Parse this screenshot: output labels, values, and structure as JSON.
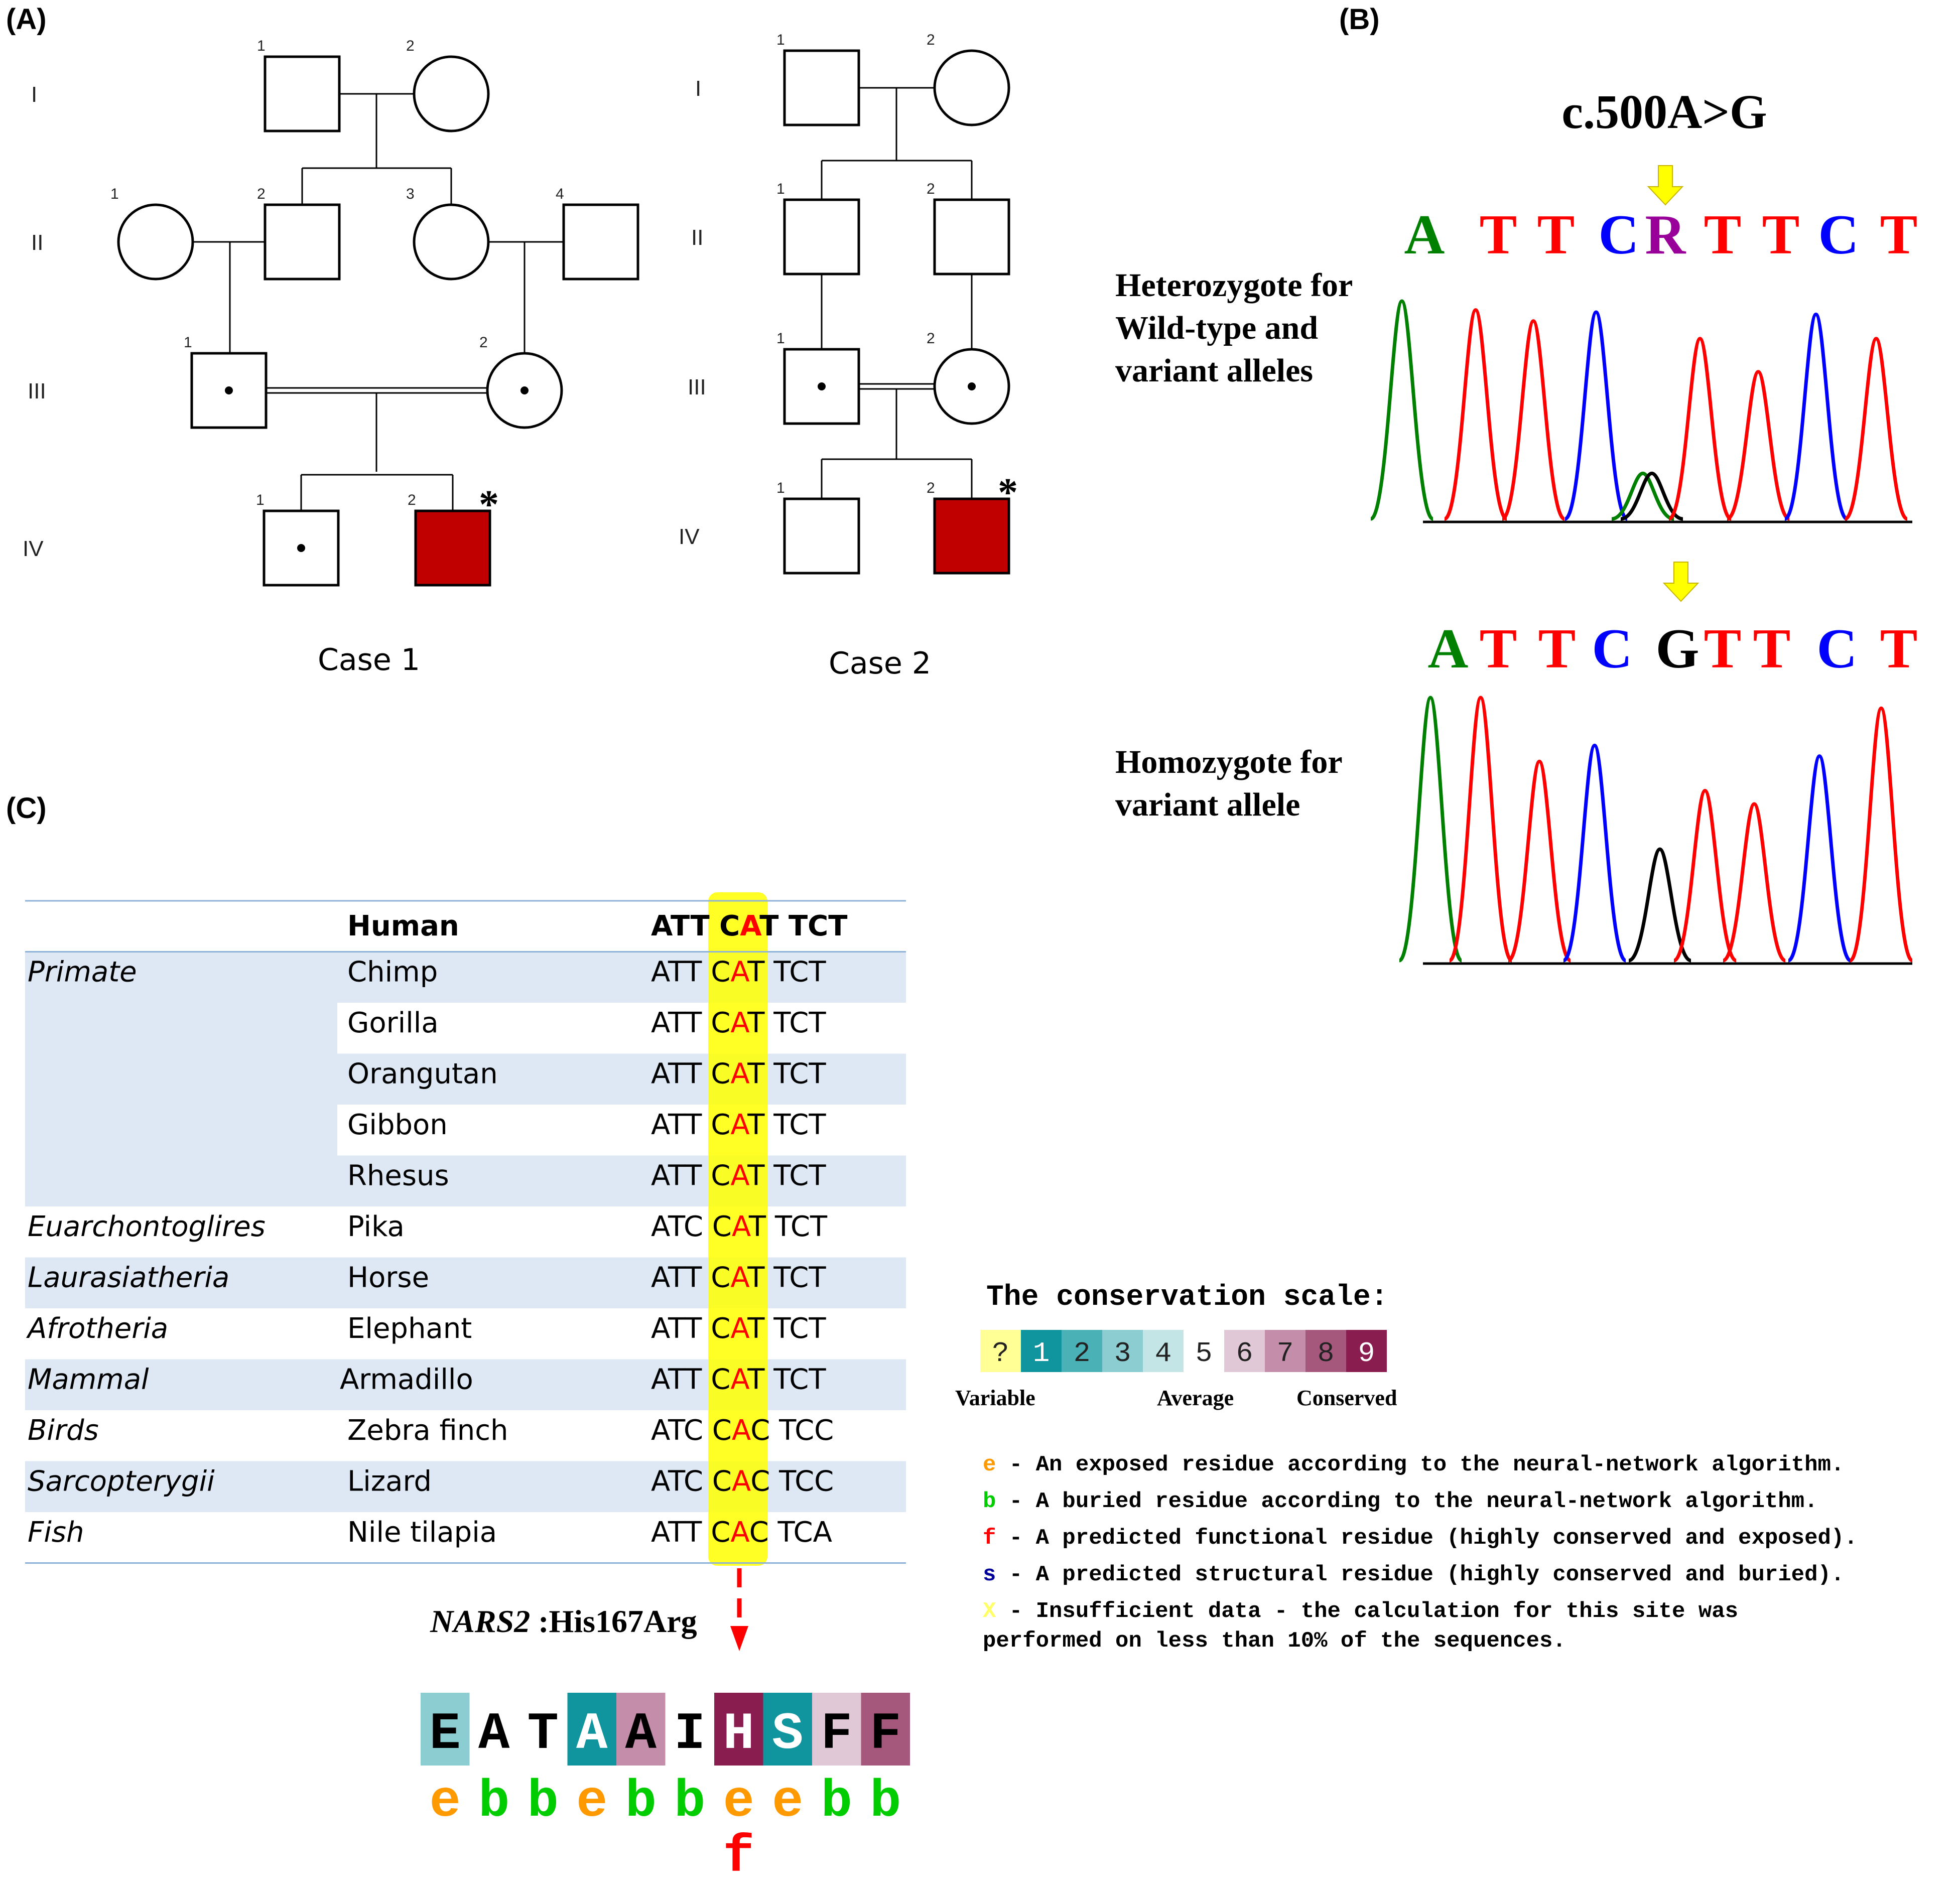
{
  "panel_labels": {
    "a": "(A)",
    "b": "(B)",
    "c": "(C)"
  },
  "pedigree": {
    "generation_labels": [
      "I",
      "II",
      "III",
      "IV"
    ],
    "cases": [
      {
        "title": "Case 1",
        "individuals": [
          {
            "id": "I-1",
            "gen": "I",
            "num": "1",
            "sex": "male",
            "status": "unaffected"
          },
          {
            "id": "I-2",
            "gen": "I",
            "num": "2",
            "sex": "female",
            "status": "unaffected"
          },
          {
            "id": "II-1",
            "gen": "II",
            "num": "1",
            "sex": "female",
            "status": "unaffected"
          },
          {
            "id": "II-2",
            "gen": "II",
            "num": "2",
            "sex": "male",
            "status": "unaffected"
          },
          {
            "id": "II-3",
            "gen": "II",
            "num": "3",
            "sex": "female",
            "status": "unaffected"
          },
          {
            "id": "II-4",
            "gen": "II",
            "num": "4",
            "sex": "male",
            "status": "unaffected"
          },
          {
            "id": "III-1",
            "gen": "III",
            "num": "1",
            "sex": "male",
            "status": "carrier"
          },
          {
            "id": "III-2",
            "gen": "III",
            "num": "2",
            "sex": "female",
            "status": "carrier"
          },
          {
            "id": "IV-1",
            "gen": "IV",
            "num": "1",
            "sex": "male",
            "status": "carrier"
          },
          {
            "id": "IV-2",
            "gen": "IV",
            "num": "2",
            "sex": "male",
            "status": "affected",
            "proband": true
          }
        ]
      },
      {
        "title": "Case 2",
        "individuals": [
          {
            "id": "I-1",
            "gen": "I",
            "num": "1",
            "sex": "male",
            "status": "unaffected"
          },
          {
            "id": "I-2",
            "gen": "I",
            "num": "2",
            "sex": "female",
            "status": "unaffected"
          },
          {
            "id": "II-1",
            "gen": "II",
            "num": "1",
            "sex": "male",
            "status": "unaffected"
          },
          {
            "id": "II-2",
            "gen": "II",
            "num": "2",
            "sex": "male",
            "status": "unaffected"
          },
          {
            "id": "III-1",
            "gen": "III",
            "num": "1",
            "sex": "male",
            "status": "carrier"
          },
          {
            "id": "III-2",
            "gen": "III",
            "num": "2",
            "sex": "female",
            "status": "carrier"
          },
          {
            "id": "IV-1",
            "gen": "IV",
            "num": "1",
            "sex": "male",
            "status": "unaffected"
          },
          {
            "id": "IV-2",
            "gen": "IV",
            "num": "2",
            "sex": "male",
            "status": "affected",
            "proband": true
          }
        ]
      }
    ],
    "proband_marker": "*",
    "colors": {
      "affected": "#c00000"
    }
  },
  "sequencing": {
    "variant": "c.500A>G",
    "traces": [
      {
        "label_lines": [
          "Heterozygote for",
          "Wild-type and",
          "variant alleles"
        ],
        "bases": [
          "A",
          "T",
          "T",
          "C",
          "R",
          "T",
          "T",
          "C",
          "T"
        ]
      },
      {
        "label_lines": [
          "Homozygote for",
          "variant allele"
        ],
        "bases": [
          "A",
          "T",
          "T",
          "C",
          "G",
          "T",
          "T",
          "C",
          "T"
        ]
      }
    ],
    "base_colors": {
      "A": "#008000",
      "T": "#ff0000",
      "C": "#0000ff",
      "G": "#000000",
      "R": "#990099"
    },
    "arrow_color": "#ffff00"
  },
  "conservation_table": {
    "header": {
      "species": "Human",
      "seq": [
        "ATT",
        "CAT",
        "TCT"
      ]
    },
    "rows": [
      {
        "group": "Primate",
        "species": "Chimp",
        "seq": [
          "ATT",
          "CAT",
          "TCT"
        ]
      },
      {
        "group": "",
        "species": "Gorilla",
        "seq": [
          "ATT",
          "CAT",
          "TCT"
        ]
      },
      {
        "group": "",
        "species": "Orangutan",
        "seq": [
          "ATT",
          "CAT",
          "TCT"
        ]
      },
      {
        "group": "",
        "species": "Gibbon",
        "seq": [
          "ATT",
          "CAT",
          "TCT"
        ]
      },
      {
        "group": "",
        "species": "Rhesus",
        "seq": [
          "ATT",
          "CAT",
          "TCT"
        ]
      },
      {
        "group": "Euarchontoglires",
        "species": "Pika",
        "seq": [
          "ATC",
          "CAT",
          "TCT"
        ]
      },
      {
        "group": "Laurasiatheria",
        "species": "Horse",
        "seq": [
          "ATT",
          "CAT",
          "TCT"
        ]
      },
      {
        "group": "Afrotheria",
        "species": "Elephant",
        "seq": [
          "ATT",
          "CAT",
          "TCT"
        ]
      },
      {
        "group": "Mammal",
        "species": "Armadillo",
        "seq": [
          "ATT",
          "CAT",
          "TCT"
        ]
      },
      {
        "group": "Birds",
        "species": "Zebra finch",
        "seq": [
          "ATC",
          "CAC",
          "TCC"
        ]
      },
      {
        "group": "Sarcopterygii",
        "species": "Lizard",
        "seq": [
          "ATC",
          "CAC",
          "TCC"
        ]
      },
      {
        "group": "Fish",
        "species": "Nile tilapia",
        "seq": [
          "ATT",
          "CAC",
          "TCA"
        ]
      }
    ],
    "highlight_color": "#ffff00",
    "stripe_color": "#dde8f4"
  },
  "protein": {
    "gene": "NARS2",
    "change": " :His167Arg",
    "residues": [
      {
        "aa": "E",
        "score": 3,
        "pred": "e"
      },
      {
        "aa": "A",
        "score": 5,
        "pred": "b"
      },
      {
        "aa": "T",
        "score": 5,
        "pred": "b"
      },
      {
        "aa": "A",
        "score": 1,
        "pred": "e"
      },
      {
        "aa": "A",
        "score": 7,
        "pred": "b"
      },
      {
        "aa": "I",
        "score": 5,
        "pred": "b"
      },
      {
        "aa": "H",
        "score": 9,
        "pred": "e",
        "extra": "f"
      },
      {
        "aa": "S",
        "score": 1,
        "pred": "e"
      },
      {
        "aa": "F",
        "score": 6,
        "pred": "b"
      },
      {
        "aa": "F",
        "score": 8,
        "pred": "b"
      }
    ]
  },
  "legend": {
    "title": "The conservation scale:",
    "scale": [
      {
        "label": "?",
        "color": "#ffff96"
      },
      {
        "label": "1",
        "color": "#10959e"
      },
      {
        "label": "2",
        "color": "#4ab1b6"
      },
      {
        "label": "3",
        "color": "#8ccdd1"
      },
      {
        "label": "4",
        "color": "#c3e5e6"
      },
      {
        "label": "5",
        "color": "#ffffff"
      },
      {
        "label": "6",
        "color": "#e1c8d6"
      },
      {
        "label": "7",
        "color": "#c48eab"
      },
      {
        "label": "8",
        "color": "#a5577c"
      },
      {
        "label": "9",
        "color": "#8a1d50"
      }
    ],
    "scale_labels": {
      "variable": "Variable",
      "average": "Average",
      "conserved": "Conserved"
    },
    "keys": [
      {
        "code": "e",
        "color": "#ff9900",
        "text": " - An exposed residue according to the neural-network algorithm."
      },
      {
        "code": "b",
        "color": "#00cc00",
        "text": " - A buried residue according to the neural-network algorithm."
      },
      {
        "code": "f",
        "color": "#ff0000",
        "text": " - A predicted functional residue (highly conserved and exposed)."
      },
      {
        "code": "s",
        "color": "#000099",
        "text": " - A predicted structural residue (highly conserved and buried)."
      },
      {
        "code": "X",
        "color": "#ffff66",
        "text": " - Insufficient data - the calculation for this site was"
      },
      {
        "code": "",
        "color": "#000000",
        "text": "   performed on less than 10% of the sequences."
      }
    ]
  }
}
